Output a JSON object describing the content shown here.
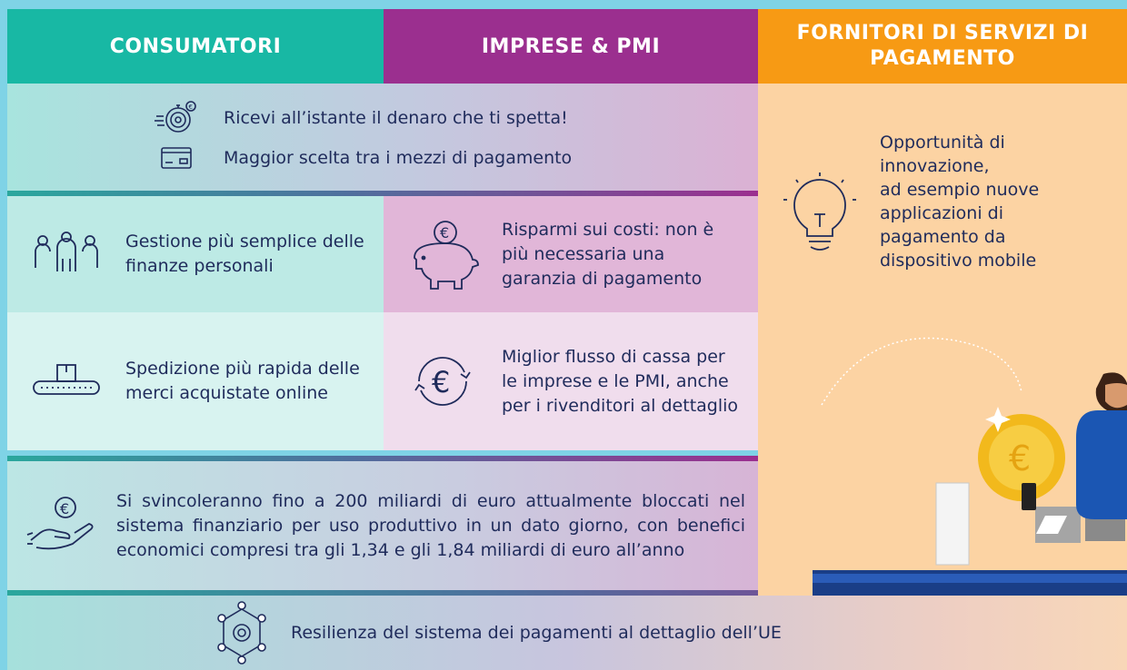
{
  "headers": {
    "consumers": "CONSUMATORI",
    "enterprises": "IMPRESE & PMI",
    "providers": "FORNITORI DI SERVIZI DI PAGAMENTO"
  },
  "common_rows": [
    {
      "icon": "euro-timer-icon",
      "text": "Ricevi all’istante il denaro che ti spetta!"
    },
    {
      "icon": "card-icon",
      "text": "Maggior scelta tra i mezzi di pagamento"
    }
  ],
  "consumer_cells": [
    {
      "icon": "people-group-icon",
      "text": "Gestione più semplice delle finanze personali"
    },
    {
      "icon": "conveyor-box-icon",
      "text": "Spedizione più rapida delle merci acquistate online"
    }
  ],
  "enterprise_cells": [
    {
      "icon": "piggy-bank-euro-icon",
      "text": "Risparmi sui costi: non è più necessaria una garanzia di pagamento"
    },
    {
      "icon": "euro-cycle-icon",
      "text": "Miglior flusso di cassa per le imprese e le PMI, anche per i rivenditori al dettaglio"
    }
  ],
  "billions_row": {
    "icon": "hand-euro-icon",
    "text": "Si svincoleranno fino a 200 miliardi di euro attualmente bloccati nel sistema finanziario per uso produttivo in un dato giorno, con benefici economici compresi tra gli 1,34 e gli 1,84 miliardi di euro all’anno"
  },
  "resilience_row": {
    "icon": "network-gear-icon",
    "text": "Resilienza del sistema dei pagamenti al dettaglio dell’UE"
  },
  "providers": {
    "icon": "lightbulb-icon",
    "lines": [
      "Opportunità di",
      "innovazione,",
      "ad esempio nuove",
      "applicazioni di",
      "pagamento da",
      "dispositivo mobile"
    ]
  },
  "colors": {
    "consumers": "#18b8a4",
    "enterprises": "#9b2f8f",
    "providers": "#f79a14",
    "text": "#1f2b5b"
  }
}
